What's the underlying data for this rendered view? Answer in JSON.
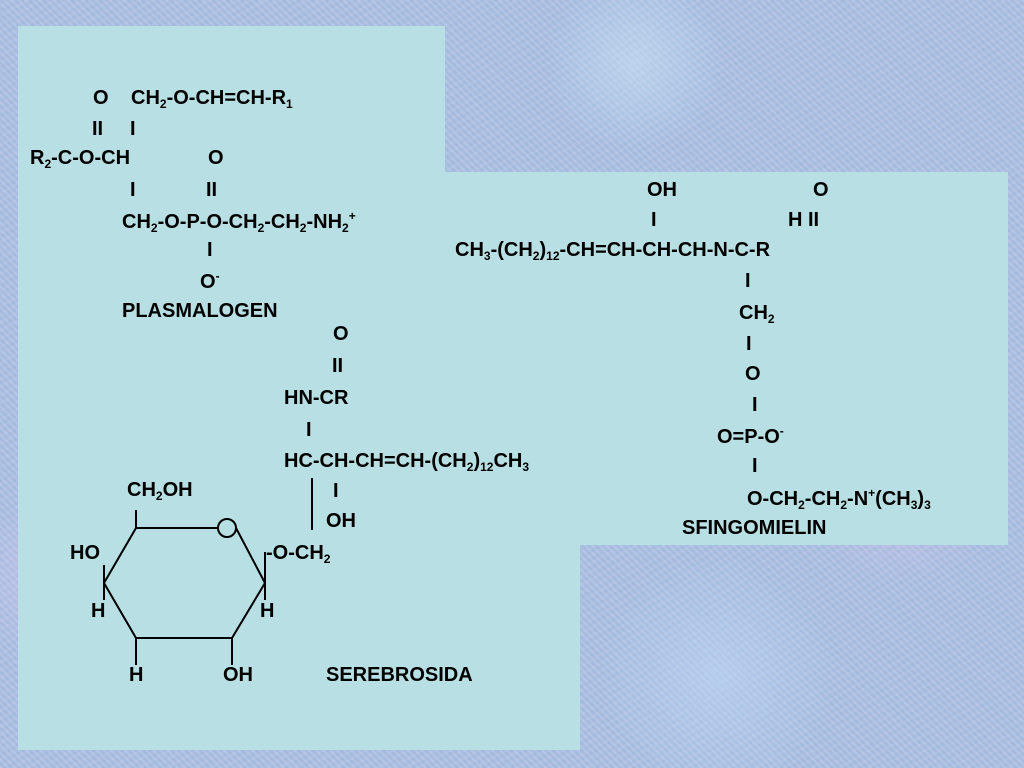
{
  "plasmalogen": {
    "label": "PLASMALOGEN",
    "o_top": "O",
    "ch2_chain": {
      "a": "CH",
      "s1": "2",
      "b": "-O-CH=CH-R",
      "s2": "1"
    },
    "dbl1": "II",
    "bar1": "I",
    "r2_ester": {
      "a": "R",
      "s1": "2",
      "b": "-C-O-CH"
    },
    "o_phos": "O",
    "bar2": "I",
    "dbl2": "II",
    "phos_chain": {
      "a": "CH",
      "s1": "2",
      "b": "-O-P-O-CH",
      "s2": "2",
      "c": "-CH",
      "s3": "2",
      "d": "-NH",
      "s4": "2",
      "sup": "+"
    },
    "bar3": "I",
    "o_minus": {
      "a": "O",
      "sup": "-"
    }
  },
  "serebrosida": {
    "label": "SEREBROSIDA",
    "o_top": "O",
    "dbl": "II",
    "hn": "HN-CR",
    "bar1": "I",
    "chain": {
      "a": "HC-CH-CH=CH-(CH",
      "s1": "2",
      "b": ")",
      "s2": "12",
      "c": "CH",
      "s3": "3"
    },
    "bar2": "I",
    "oh": "OH",
    "ch2oh": {
      "a": "CH",
      "s1": "2",
      "b": "OH"
    },
    "ring_ho": "HO",
    "o_ch2": {
      "a": "-O-CH",
      "s1": "2"
    },
    "h_left": "H",
    "h_right": "H",
    "h_bottom": "H",
    "oh_bottom": "OH"
  },
  "sfingomielin": {
    "label": "SFINGOMIELIN",
    "oh": "OH",
    "o_top": "O",
    "bar1": "I",
    "h_dbl": "H II",
    "chain": {
      "a": "CH",
      "s1": "3",
      "b": "-(CH",
      "s2": "2",
      "c": ")",
      "s3": "12",
      "d": "-CH=CH-CH-CH-N-C-R"
    },
    "bar2": "I",
    "ch2": {
      "a": "CH",
      "s1": "2"
    },
    "bar3": "I",
    "o_link": "O",
    "bar4": "I",
    "phos": {
      "a": "O=P-O",
      "sup": "-"
    },
    "bar5": "I",
    "choline": {
      "a": "O-CH",
      "s1": "2",
      "b": "-CH",
      "s2": "2",
      "c": "-N",
      "sup": "+",
      "d": "(CH",
      "s3": "3",
      "e": ")",
      "s4": "3"
    }
  }
}
